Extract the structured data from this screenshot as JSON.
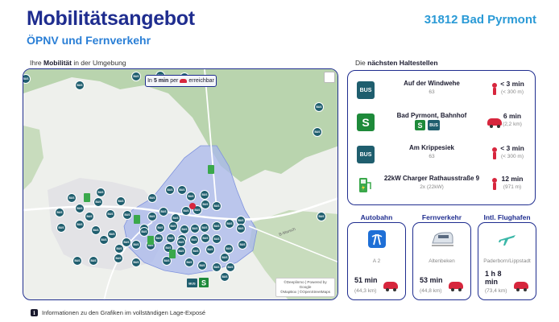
{
  "header": {
    "title": "Mobilitätsangebot",
    "subtitle": "ÖPNV und Fernverkehr",
    "location": "31812 Bad Pyrmont"
  },
  "map": {
    "label_prefix": "Ihre ",
    "label_bold": "Mobilität",
    "label_suffix": " in der Umgebung",
    "reach_prefix": "In ",
    "reach_bold": "5 min",
    "reach_middle": " per ",
    "reach_suffix": " erreichbar",
    "attribution_line1": "©Deeplinmo | Powered by Google",
    "attribution_line2": "©MapBox | ©OpenStreetMaps",
    "bus_marker_label": "BUS",
    "s_marker_label": "S",
    "road_label": "B-Marsch",
    "colors": {
      "reach_area": "#aab8ec",
      "marker": "#1f5e6e",
      "forest": "#b9d4ae"
    }
  },
  "stops": {
    "label_prefix": "Die ",
    "label_bold": "nächsten Haltestellen",
    "items": [
      {
        "icon": "bus-icon",
        "icon_label": "BUS",
        "name": "Auf der Windwehe",
        "sub": "63",
        "mode": "walk",
        "time": "< 3 min",
        "dist": "(< 300 m)"
      },
      {
        "icon": "s-bahn-icon",
        "icon_label": "S",
        "name": "Bad Pyrmont, Bahnhof",
        "sub": "",
        "badges": [
          "S",
          "BUS"
        ],
        "mode": "car",
        "time": "6 min",
        "dist": "(2,2 km)"
      },
      {
        "icon": "bus-icon",
        "icon_label": "BUS",
        "name": "Am Krippesiek",
        "sub": "63",
        "mode": "walk",
        "time": "< 3 min",
        "dist": "(< 300 m)"
      },
      {
        "icon": "charger-icon",
        "icon_label": "",
        "name": "22kW Charger Rathausstraße 9",
        "sub": "2x (22kW)",
        "mode": "walk",
        "time": "12 min",
        "dist": "(971 m)"
      }
    ]
  },
  "destinations": [
    {
      "title": "Autobahn",
      "icon": "highway-icon",
      "dest": "A 2",
      "time": "51 min",
      "dist": "(44,3 km)"
    },
    {
      "title": "Fernverkehr",
      "icon": "train-icon",
      "dest": "Altenbeken",
      "time": "53 min",
      "dist": "(44,8 km)"
    },
    {
      "title": "Intl. Flughafen",
      "icon": "airplane-icon",
      "dest": "Paderborn/Lippstadt",
      "time_line1": "1 h 8",
      "time_line2": "min",
      "dist": "(73,4 km)"
    }
  ],
  "footer": {
    "info_icon": "i",
    "text": "Informationen zu den Grafiken im vollständigen Lage-Exposé"
  }
}
